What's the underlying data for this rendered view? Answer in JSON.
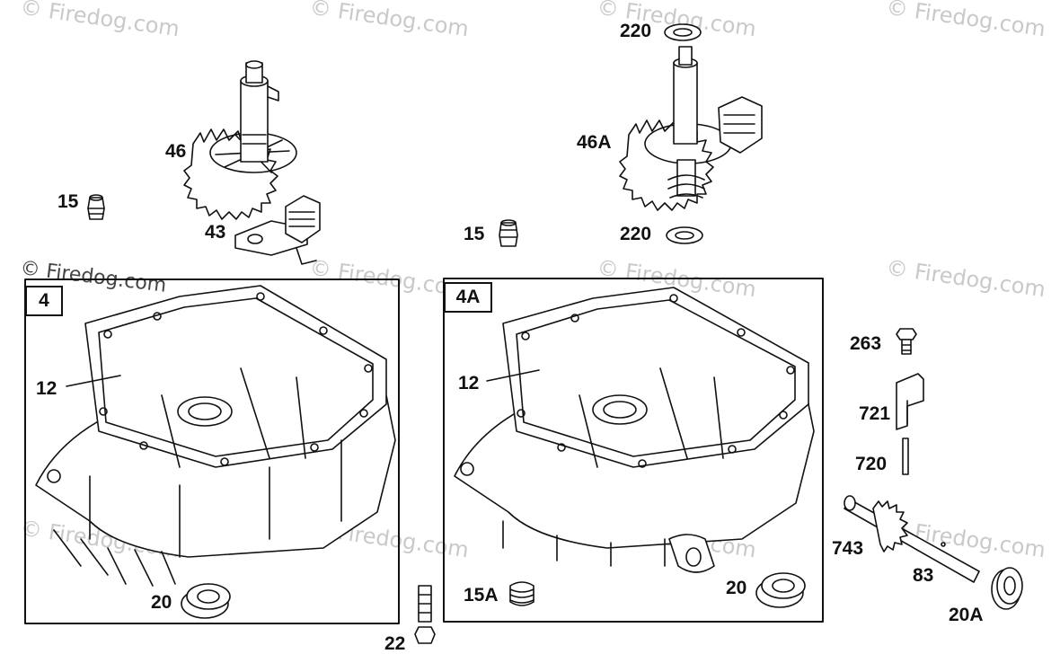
{
  "watermark": "© Firedog.com",
  "callouts": {
    "c4": "4",
    "c4a": "4A"
  },
  "labels": {
    "p46": "46",
    "p15_left": "15",
    "p43": "43",
    "p220_top": "220",
    "p46a": "46A",
    "p15_mid": "15",
    "p220_bottom": "220",
    "p12_left": "12",
    "p20_left": "20",
    "p22": "22",
    "p12_right": "12",
    "p15a": "15A",
    "p20_right": "20",
    "p263": "263",
    "p721": "721",
    "p720": "720",
    "p743": "743",
    "p83": "83",
    "p20a": "20A"
  },
  "colors": {
    "line": "#111111",
    "watermark": "#c9c9c9",
    "background": "#ffffff"
  }
}
